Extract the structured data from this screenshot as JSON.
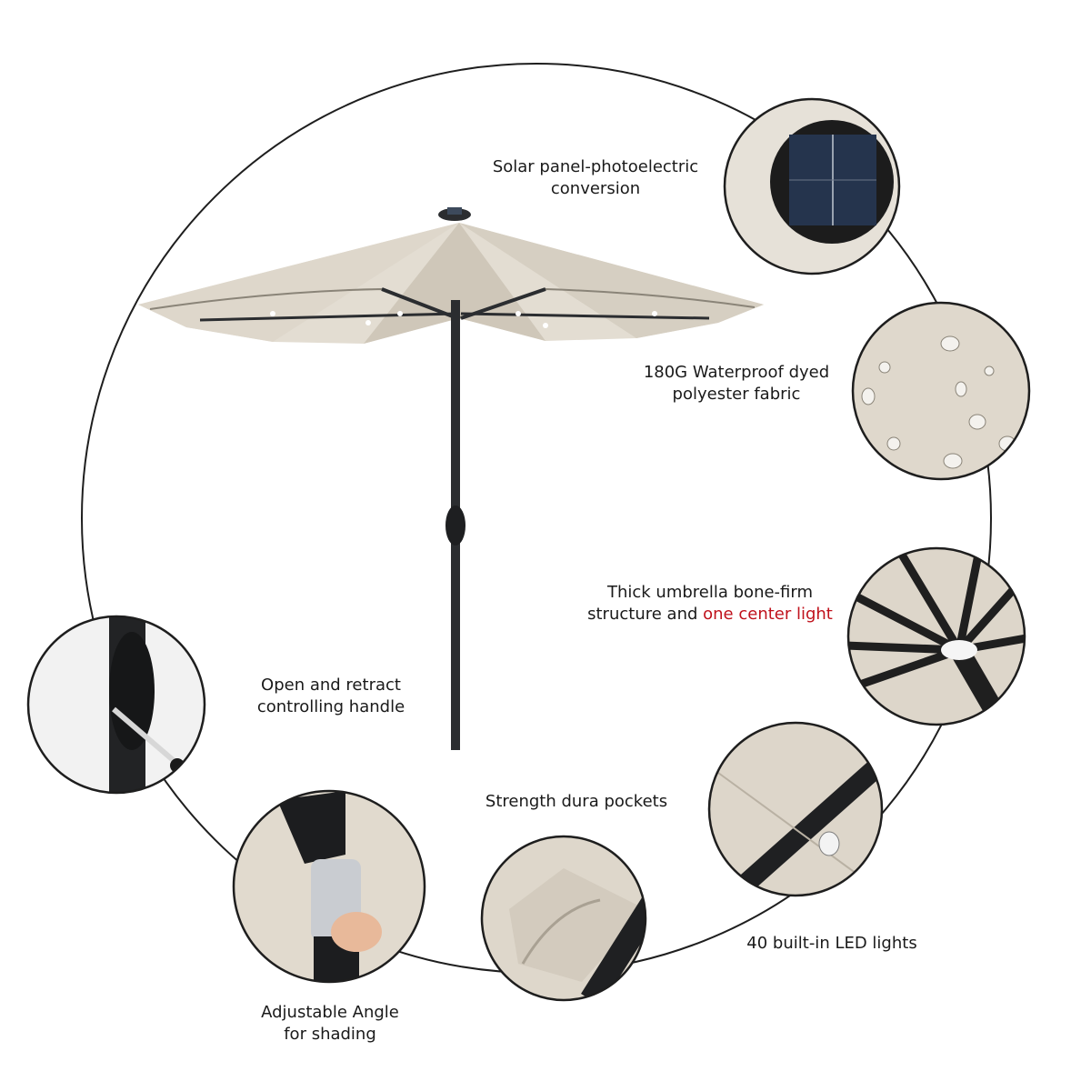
{
  "colors": {
    "canopy": "#e3ddd2",
    "canopy_shadow": "#cbc3b5",
    "pole": "#2b2d30",
    "ring": "#1e1e1e",
    "accent_text": "#c0121c"
  },
  "labels": {
    "solar": {
      "line1": "Solar panel-photoelectric",
      "line2": "conversion"
    },
    "fabric": {
      "line1": "180G Waterproof dyed",
      "line2": "polyester fabric"
    },
    "structure": {
      "line1": "Thick umbrella bone-firm",
      "line2a": "structure and ",
      "line2b": "one center light"
    },
    "handle": {
      "line1": "Open and retract",
      "line2": "controlling handle"
    },
    "pockets": {
      "line1": "Strength dura pockets"
    },
    "leds": {
      "line1": "40 built-in LED lights"
    },
    "angle": {
      "line1": "Adjustable Angle",
      "line2": "for shading"
    }
  },
  "icons": [
    "solar-panel-detail",
    "water-droplets-detail",
    "umbrella-ribs-detail",
    "crank-handle-detail",
    "tilt-button-detail",
    "fabric-pocket-detail",
    "led-light-detail",
    "patio-umbrella"
  ]
}
